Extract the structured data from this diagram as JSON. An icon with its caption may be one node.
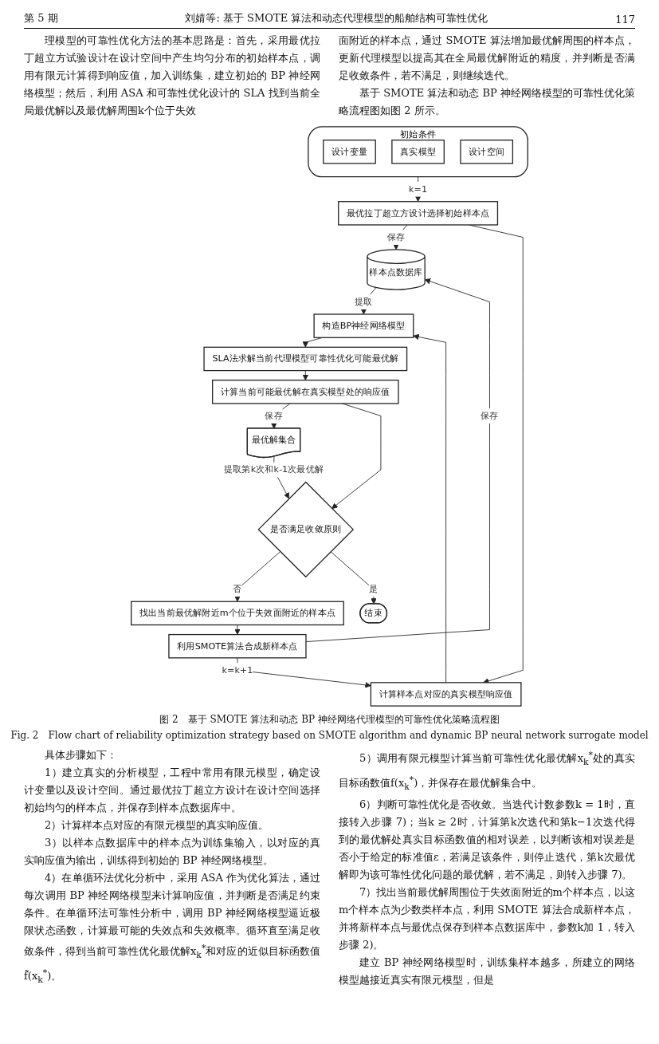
{
  "diagram": {
    "caption": "图 2　基于 SMOTE 算法和动态 BP 神经网络代理模型的可靠性优化策略流程图",
    "nodes": [
      {
        "text": [
          "初始条件"
        ]
      },
      {
        "text": [
          "设计变量"
        ],
        "in": 0
      },
      {
        "text": [
          "真实模型"
        ],
        "in": 0
      },
      {
        "text": [
          "设计空间"
        ],
        "in": 0
      },
      {
        "text": [
          "最优拉丁超立方设计选择初始样本点"
        ]
      },
      {
        "text": [
          "计算样本点对应的真实模型响应值"
        ]
      },
      {
        "text": [
          "构造BP神经网络模型"
        ]
      },
      {
        "text": [
          "样本点数据库"
        ]
      },
      {
        "text": [
          "SLA法求解当前代理模型可靠性优化可能最优解"
        ]
      },
      {
        "text": [
          "计算当前可能最优解在真实模型处的响应值"
        ]
      },
      {
        "text": [
          "最优解集合"
        ]
      },
      {
        "text": [
          "是否满足收敛原则"
        ]
      },
      {
        "text": [
          "结束"
        ]
      },
      {
        "text": [
          "找出当前最优解附近m个位于失效面附近的样本点"
        ]
      },
      {
        "text": [
          "利用SMOTE算法合成新样本点"
        ]
      }
    ],
    "edges": [
      {
        "from": 0,
        "to": 4,
        "arrow": "to",
        "label": "k=1"
      },
      {
        "from": 4,
        "to": 7,
        "arrow": "to",
        "label": "保存"
      },
      {
        "from": 4,
        "to": 5,
        "arrow": "to"
      },
      {
        "from": 5,
        "to": 6,
        "arrow": "to"
      },
      {
        "from": 7,
        "to": 6,
        "arrow": "to",
        "label": "提取"
      },
      {
        "from": 6,
        "to": 8,
        "arrow": "to"
      },
      {
        "from": 8,
        "to": 9,
        "arrow": "to"
      },
      {
        "from": 9,
        "to": 10,
        "arrow": "to",
        "label": "保存"
      },
      {
        "from": 9,
        "to": 11,
        "arrow": "to"
      },
      {
        "from": 10,
        "to": 11,
        "arrow": "to",
        "label": "提取第k次和k-1次最优解"
      },
      {
        "from": 11,
        "to": 13,
        "arrow": "to",
        "label": "否"
      },
      {
        "from": 11,
        "to": 12,
        "arrow": "to",
        "label": "是"
      },
      {
        "from": 13,
        "to": 14,
        "arrow": "to"
      },
      {
        "from": 14,
        "to": 7,
        "arrow": "to",
        "label": "保存"
      },
      {
        "from": 14,
        "to": 5,
        "arrow": "to",
        "label": "k=k+1"
      }
    ],
    "labels": [
      "第 5 期",
      "刘婧等: 基于 SMOTE 算法和动态代理模型的船舶结构可靠性优化",
      "117",
      "理模型的可靠性优化方法的基本思路是：首先，采用最优拉丁超立方试验设计在设计空间中产生均匀分布的初始样本点，调用有限元计算得到响应值，加入训练集，建立初始的 BP 神经网络模型；然后，利用 ASA 和可靠性优化设计的 SLA 找到当前全局最优解以及最优解周围k个位于失效",
      "面附近的样本点，通过 SMOTE 算法增加最优解周围的样本点，更新代理模型以提高其在全局最优解附近的精度，并判断是否满足收敛条件，若不满足，则继续迭代。",
      "基于 SMOTE 算法和动态 BP 神经网络模型的可靠性优化策略流程图如图 2 所示。",
      "Fig. 2　Flow chart of reliability optimization strategy based on SMOTE algorithm and dynamic BP neural network surrogate model",
      "具体步骤如下：",
      "1）建立真实的分析模型，工程中常用有限元模型，确定设计变量以及设计空间。通过最优拉丁超立方设计在设计空间选择初始均匀的样本点，并保存到样本点数据库中。",
      "2）计算样本点对应的有限元模型的真实响应值。",
      "3）以样本点数据库中的样本点为训练集输入，以对应的真实响应值为输出，训练得到初始的 BP 神经网络模型。",
      "4）在单循环法优化分析中，采用 ASA 作为优化算法，通过每次调用 BP 神经网络模型来计算响应值，并判断是否满足约束条件。在单循环法可靠性分析中，调用 BP 神经网络模型逼近极限状态函数，计算最可能的失效点和失效概率。循环直至满足收敛条件，得到当前可靠性优化最优解x$_{k}$$^{*}$和对应的近似目标函数值f̃(x$_{k}$$^{*}$)。",
      "5）调用有限元模型计算当前可靠性优化最优解x$_{k}$$^{*}$处的真实目标函数值f(x$_{k}$$^{*}$)，并保存在最优解集合中。",
      "6）判断可靠性优化是否收敛。当迭代计数参数k = 1时，直接转入步骤 7)；当k ≥ 2时，计算第k次迭代和第k−1次迭代得到的最优解处真实目标函数值的相对误差，以判断该相对误差是否小于给定的标准值ε，若满足该条件，则停止迭代，第k次最优解即为该可靠性优化问题的最优解，若不满足，则转入步骤 7)。",
      "7）找出当前最优解周围位于失效面附近的m个样本点，以这m个样本点为少数类样本点，利用 SMOTE 算法合成新样本点，并将新样本点与最优点保存到样本点数据库中，参数k加 1，转入步骤 2)。",
      "建立 BP 神经网络模型时，训练集样本越多，所建立的网络模型越接近真实有限元模型，但是"
    ]
  }
}
